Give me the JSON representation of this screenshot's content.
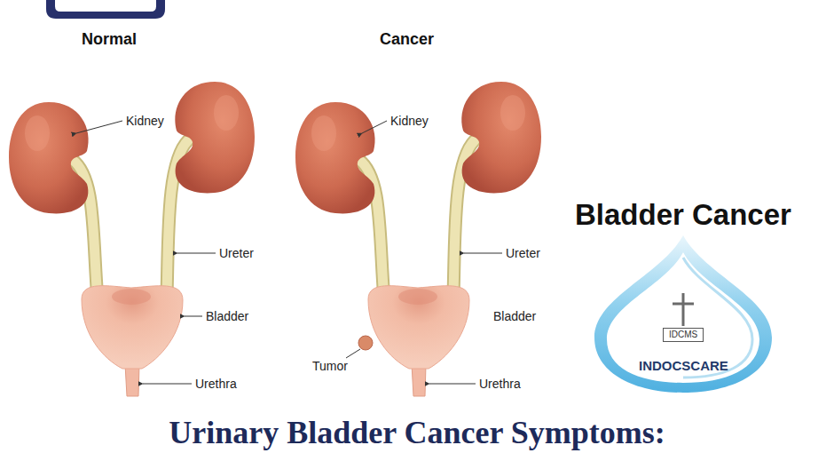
{
  "diagram": {
    "title": "Urinary Bladder Cancer Symptoms:",
    "nodes": [
      {
        "text": [
          "Bladder Cancer",
          "INDOCSCARE"
        ]
      },
      {
        "text": [
          "IDCMS"
        ],
        "in": 0
      }
    ],
    "labels": [
      "Normal",
      "Cancer",
      "Kidney",
      "Ureter",
      "Bladder",
      "Urethra",
      "Kidney",
      "Ureter",
      "Bladder",
      "Tumor",
      "Urethra"
    ]
  }
}
